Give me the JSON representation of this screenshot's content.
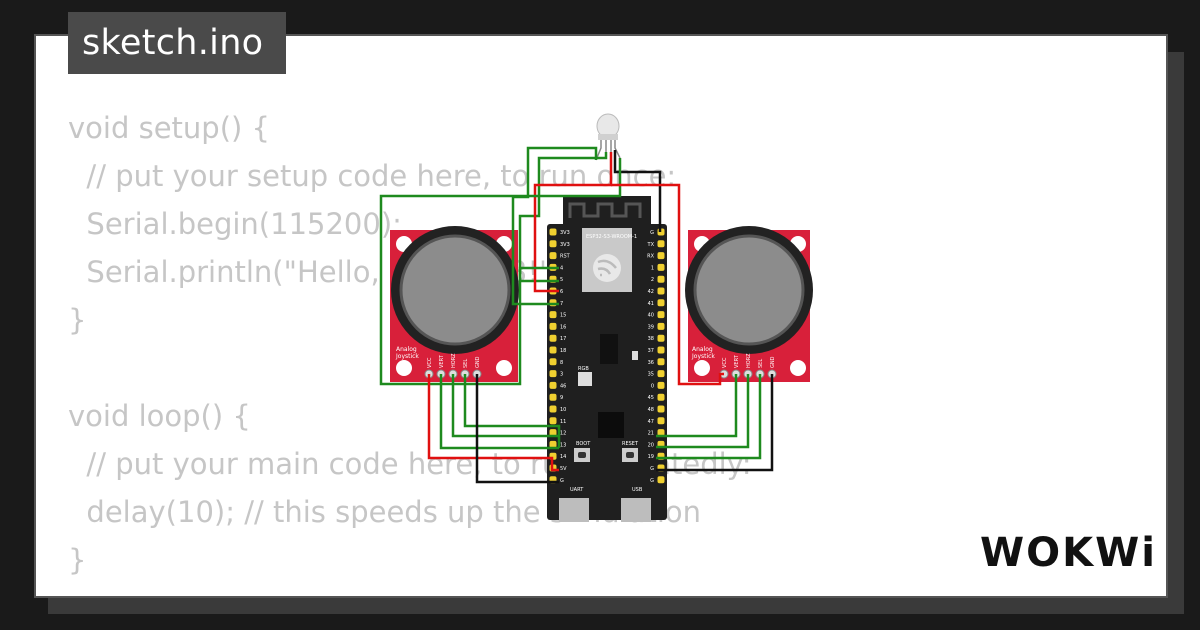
{
  "file_tab": {
    "label": "sketch.ino"
  },
  "code": {
    "lines": [
      "void setup() {",
      "  // put your setup code here, to run once:",
      "  Serial.begin(115200);",
      "  Serial.println(\"Hello, ESP32-S3!\");",
      "}",
      "",
      "void loop() {",
      "  // put your main code here, to run repeatedly:",
      "  delay(10); // this speeds up the simulation",
      "}"
    ]
  },
  "board": {
    "module_label": "ESP32-S3-WROOM-1",
    "left_pins": [
      "3V3",
      "3V3",
      "RST",
      "4",
      "5",
      "6",
      "7",
      "15",
      "16",
      "17",
      "18",
      "8",
      "3",
      "46",
      "9",
      "10",
      "11",
      "12",
      "13",
      "14",
      "5V",
      "G"
    ],
    "right_pins": [
      "G",
      "TX",
      "RX",
      "1",
      "2",
      "42",
      "41",
      "40",
      "39",
      "38",
      "37",
      "36",
      "35",
      "0",
      "45",
      "48",
      "47",
      "21",
      "20",
      "19",
      "G",
      "G"
    ],
    "rgb_label": "RGB",
    "boot_label": "BOOT",
    "reset_label": "RESET",
    "uart_label": "UART",
    "usb_label": "USB"
  },
  "joystick_left": {
    "label_line1": "Analog",
    "label_line2": "Joystick",
    "pins": [
      "VCC",
      "VERT",
      "HORZ",
      "SEL",
      "GND"
    ]
  },
  "joystick_right": {
    "label_line1": "Analog",
    "label_line2": "Joystick",
    "pins": [
      "VCC",
      "VERT",
      "HORZ",
      "SEL",
      "GND"
    ]
  },
  "colors": {
    "board": "#1f1f1f",
    "pcb_red": "#d8203a",
    "wire_green": "#1e8a1e",
    "wire_red": "#e01010",
    "wire_black": "#111111",
    "pin_gold": "#f0d030"
  },
  "logo": {
    "text": "WOKWi"
  }
}
